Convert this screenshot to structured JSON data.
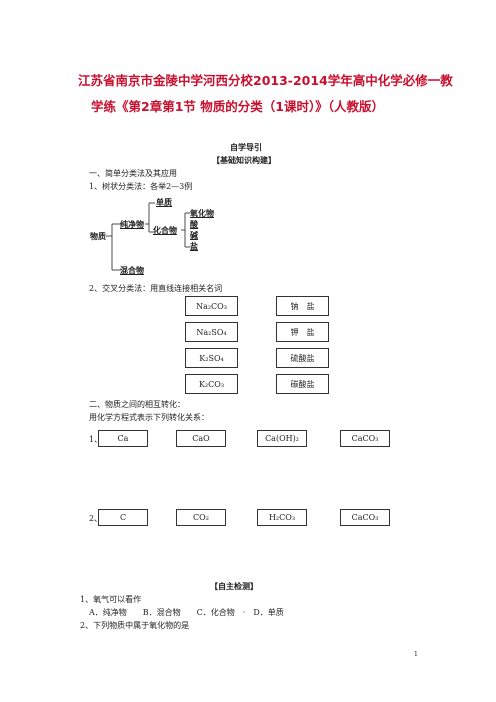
{
  "header": {
    "title_line1": "江苏省南京市金陵中学河西分校2013-2014学年高中化学必修一教",
    "title_line2": "学练《第2章第1节 物质的分类（1课时）》（人教版）"
  },
  "section_study": {
    "heading": "自学导引",
    "subheading": "【基础知识构建】"
  },
  "part1": {
    "heading": "一、简单分类法及其应用",
    "q1": "1、树状分类法：各举2—3例",
    "tree": {
      "root": "物质",
      "pure": "纯净物",
      "mixture": "混合物",
      "element": "单质",
      "compound": "化合物",
      "oxide": "氧化物",
      "acid": "酸",
      "base": "碱",
      "salt": "盐"
    },
    "q2": "2、交叉分类法：用直线连接相关名词",
    "left_items": [
      "Na₂CO₃",
      "Na₂SO₄",
      "K₂SO₄",
      "K₂CO₃"
    ],
    "right_items": [
      "钠　盐",
      "钾　盐",
      "硫酸盐",
      "碳酸盐"
    ]
  },
  "part2": {
    "heading": "二、物质之间的相互转化：",
    "instruction": "用化学方程式表示下列转化关系：",
    "chain1": {
      "num": "1、",
      "items": [
        "Ca",
        "CaO",
        "Ca(OH)₂",
        "CaCO₃"
      ]
    },
    "chain2": {
      "num": "2、",
      "items": [
        "C",
        "CO₂",
        "H₂CO₃",
        "CaCO₃"
      ]
    }
  },
  "self_test": {
    "heading": "【自主检测】",
    "q1": "1、氧气可以看作",
    "q1_options": "A．纯净物　　B．混合物　　C．化合物　·　D．单质",
    "q2": "2、下列物质中属于氧化物的是"
  },
  "footer": {
    "page_number": "1"
  }
}
